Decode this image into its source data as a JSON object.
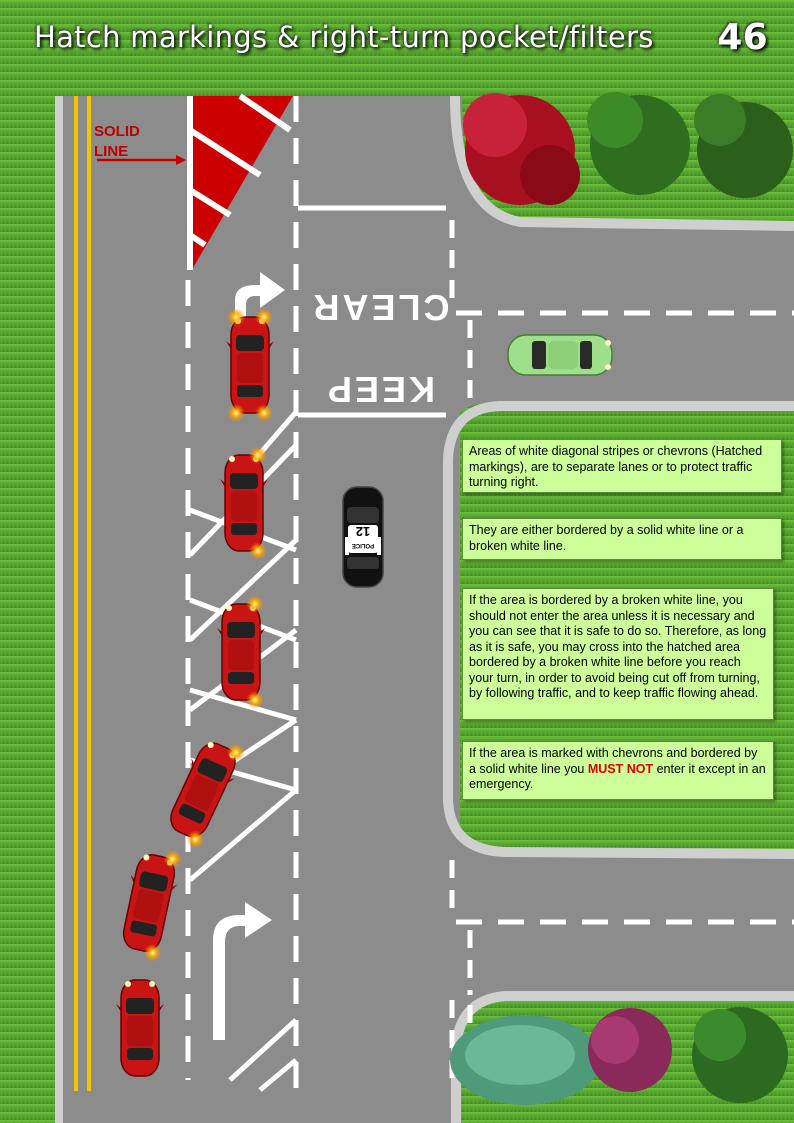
{
  "title": {
    "text": "Hatch markings & right-turn pocket/filters",
    "number": "46"
  },
  "labels": {
    "solid_line_1": "SOLID",
    "solid_line_2": "LINE",
    "road_keep": "KEEP",
    "road_clear": "CLEAR",
    "police_label": "POLICE",
    "police_number": "12"
  },
  "info_boxes": {
    "box1": "Areas of white diagonal stripes or chevrons (Hatched markings), are to separate lanes or to protect traffic turning right.",
    "box2": "They are either bordered by a solid white line or a broken white line.",
    "box3": "If the area is bordered by a broken white line, you should not enter the area unless it is necessary and you can see that it is safe to do so. Therefore, as long as it is safe, you may cross into the hatched area bordered by a broken white line before you reach your turn, in order to avoid being cut off from turning, by following traffic, and to keep traffic flowing ahead.",
    "box4_before": "If the area is marked with chevrons and bordered by a solid  white  line  you ",
    "box4_emphasis": "MUST NOT",
    "box4_after": " enter it except in an emergency."
  },
  "colors": {
    "grass": "#4e9a2c",
    "road": "#8c8c8c",
    "curb": "#c9c9c9",
    "hatch_red": "#cc0000",
    "center_line": "#f5c400",
    "car_red": "#c81414",
    "car_green": "#9ee08a",
    "police": "#111111",
    "info_box": "#ccff99",
    "emphasis": "#e00000"
  }
}
